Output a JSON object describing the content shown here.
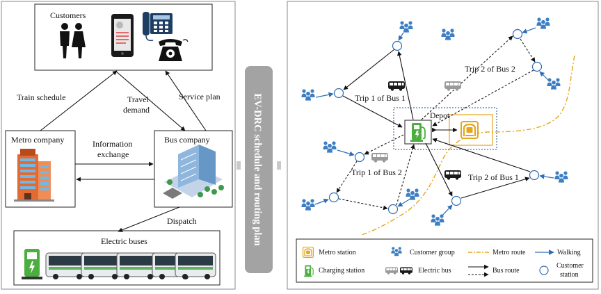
{
  "left_panel": {
    "customers_title": "Customers",
    "train_schedule": "Train schedule",
    "travel_demand_line1": "Travel",
    "travel_demand_line2": "demand",
    "service_plan": "Service plan",
    "metro_company": "Metro company",
    "bus_company": "Bus company",
    "info_exchange_line1": "Information",
    "info_exchange_line2": "exchange",
    "dispatch": "Dispatch",
    "electric_buses": "Electric buses"
  },
  "center_label": "EV-DRC schedule and routing plan",
  "network": {
    "depot": "Depot",
    "trip1_bus1": "Trip 1 of Bus 1",
    "trip2_bus2": "Trip 2 of Bus 2",
    "trip1_bus2": "Trip 1 of Bus 2",
    "trip2_bus1": "Trip 2 of Bus 1"
  },
  "legend": {
    "metro_station": "Metro station",
    "customer_group": "Customer group",
    "metro_route": "Metro route",
    "walking": "Walking",
    "charging_station": "Charging station",
    "electric_bus": "Electric bus",
    "bus_route": "Bus route",
    "customer_station_line1": "Customer",
    "customer_station_line2": "station"
  },
  "colors": {
    "metro_orange": "#e5a51c",
    "charging_green": "#4cae3e",
    "walking_blue": "#2e6db4",
    "center_bar": "#a3a3a3"
  }
}
